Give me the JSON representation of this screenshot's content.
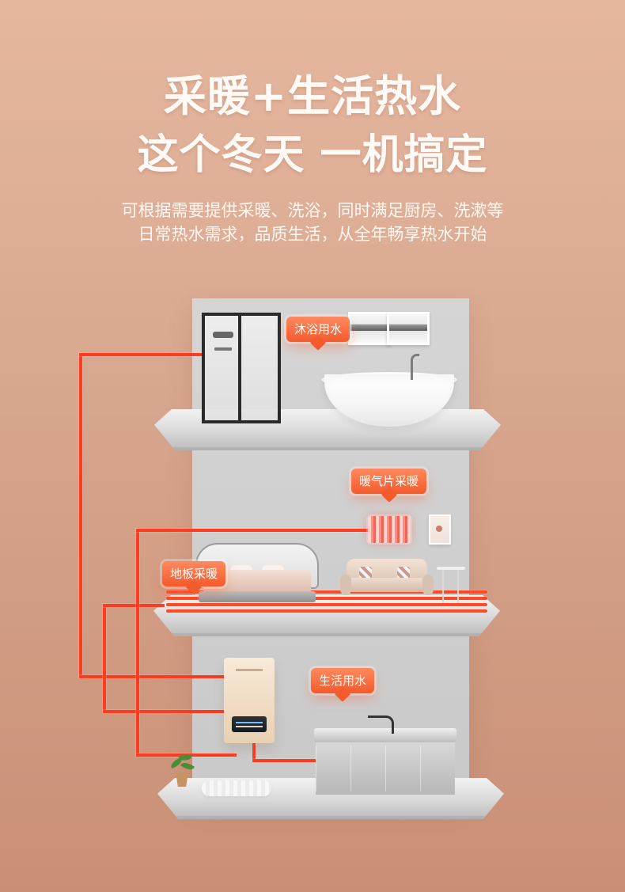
{
  "headline": {
    "line1": "采暖+生活热水",
    "line2": "这个冬天 一机搞定"
  },
  "subtitle": {
    "line1": "可根据需要提供采暖、洗浴，同时满足厨房、洗漱等",
    "line2": "日常热水需求，品质生活，从全年畅享热水开始"
  },
  "labels": {
    "bath": "沐浴用水",
    "radiator": "暖气片采暖",
    "floor": "地板采暖",
    "domestic": "生活用水"
  },
  "colors": {
    "background_top": "#e6b79f",
    "background_bottom": "#c98f76",
    "pipe": "#ff3b1f",
    "callout": "#f35a2c"
  },
  "icons": {
    "shower": "shower-icon",
    "bathtub": "bathtub-icon",
    "radiator": "radiator-icon",
    "bed": "bed-icon",
    "sofa": "sofa-icon",
    "heater": "water-heater-icon",
    "counter": "kitchen-cabinet-icon",
    "plant": "plant-icon",
    "rug": "rug-icon"
  }
}
